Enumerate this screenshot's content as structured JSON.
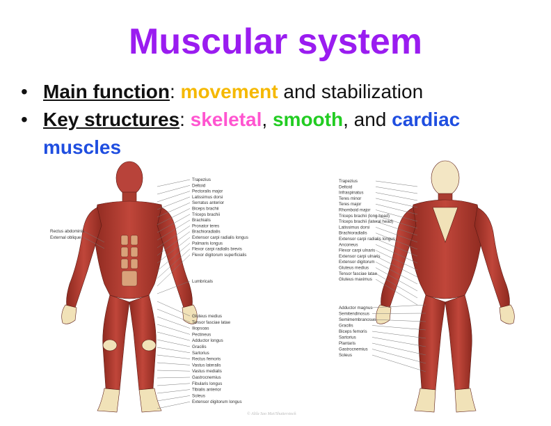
{
  "title": "Muscular system",
  "bullets": [
    {
      "heading": "Main function",
      "sep": ": ",
      "parts": [
        {
          "text": "movement",
          "color": "#f5b800",
          "bold": true
        },
        {
          "text": " and stabilization",
          "color": "#111111",
          "bold": false
        }
      ]
    },
    {
      "heading": "Key structures",
      "sep": ": ",
      "parts": [
        {
          "text": "skeletal",
          "color": "#ff55d0",
          "bold": true
        },
        {
          "text": ", ",
          "color": "#111111",
          "bold": false
        },
        {
          "text": "smooth",
          "color": "#22cc22",
          "bold": true
        },
        {
          "text": ", and ",
          "color": "#111111",
          "bold": false
        },
        {
          "text": "cardiac muscles",
          "color": "#1f4ee0",
          "bold": true
        }
      ]
    }
  ],
  "bullet_char": "•",
  "front_labels_right": [
    "Trapezius",
    "Deltoid",
    "Pectoralis major",
    "Latissimus dorsi",
    "Serratus anterior",
    "Biceps brachii",
    "Triceps brachii",
    "Brachialis",
    "Pronator teres",
    "Brachioradialis",
    "Extensor carpi radialis longus",
    "Palmaris longus",
    "Flexor carpi radialis brevis",
    "Flexor digitorum superficialis",
    "Lumbricals",
    "Gluteus medius",
    "Tensor fasciae latae",
    "Iliopsoas",
    "Pectineus",
    "Adductor longus",
    "Gracilis",
    "Sartorius",
    "Rectus femoris",
    "Vastus lateralis",
    "Vastus medialis",
    "Gastrocnemius",
    "Fibularis longus",
    "Tibialis anterior",
    "Soleus",
    "Extensor digitorum longus"
  ],
  "front_labels_left": [
    "Rectus abdominis",
    "External oblique"
  ],
  "back_labels_upper": [
    "Trapezius",
    "Deltoid",
    "Infraspinatus",
    "Teres minor",
    "Teres major",
    "Rhomboid major",
    "Triceps brachii (long head)",
    "Triceps brachii (lateral head)",
    "Latissimus dorsi",
    "Brachioradialis",
    "Extensor carpi radialis longus",
    "Anconeus",
    "Flexor carpi ulnaris",
    "Extensor carpi ulnaris",
    "Extensor digitorum",
    "Gluteus medius",
    "Tensor fasciae latae",
    "Gluteus maximus"
  ],
  "back_labels_lower": [
    "Adductor magnus",
    "Semitendinosus",
    "Semimembranosus",
    "Gracilis",
    "Biceps femoris",
    "Sartorius",
    "Plantaris",
    "Gastrocnemius",
    "Soleus"
  ],
  "credit": "© Alila Sao Mai/Shutterstock",
  "colors": {
    "muscle": "#b23a2e",
    "muscle_dark": "#8e2a20",
    "tendon": "#f1e2b8",
    "skin_line": "#5a1a14"
  }
}
